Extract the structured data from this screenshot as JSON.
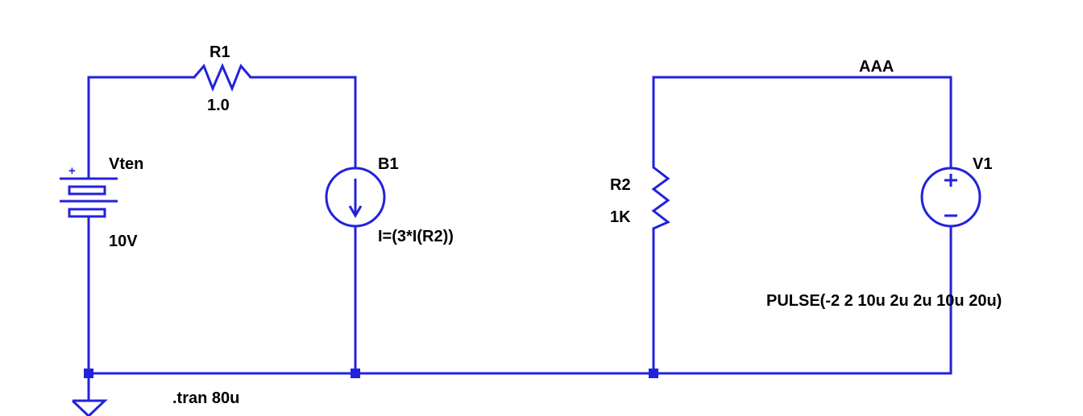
{
  "colors": {
    "wire": "#2222dd",
    "text": "#000000",
    "background": "#ffffff"
  },
  "components": {
    "r1": {
      "name": "R1",
      "value": "1.0"
    },
    "vten": {
      "name": "Vten",
      "value": "10V",
      "polarity": "+"
    },
    "b1": {
      "name": "B1",
      "value": "I=(3*I(R2))"
    },
    "r2": {
      "name": "R2",
      "value": "1K"
    },
    "v1": {
      "name": "V1",
      "value": "PULSE(-2 2 10u 2u 2u 10u 20u)",
      "plus": "+",
      "minus": "−"
    }
  },
  "net_label": "AAA",
  "directive": ".tran 80u",
  "ground_symbol": "ground-icon"
}
